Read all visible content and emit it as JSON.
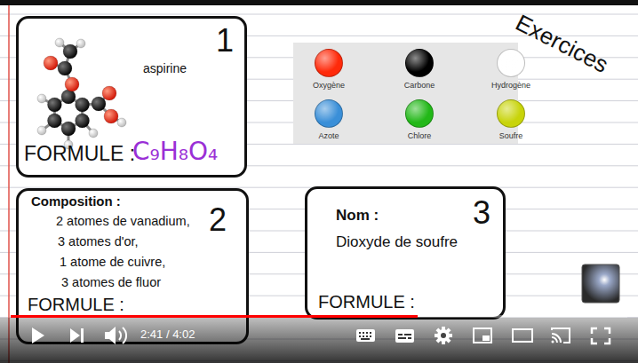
{
  "diagram": {
    "title": "Exercices",
    "nodes": [
      {
        "text": [
          "1",
          "aspirine",
          "FORMULE :",
          "C₉H₈O₄"
        ]
      },
      {
        "text": [
          "2",
          "Composition :",
          "2 atomes de vanadium,",
          "3 atomes d'or,",
          "1 atome de cuivre,",
          "3 atomes de fluor",
          "FORMULE :"
        ]
      },
      {
        "text": [
          "3",
          "Nom :",
          "Dioxyde de soufre",
          "FORMULE :"
        ]
      }
    ],
    "labels": [
      "2:41 / 4:02"
    ],
    "legend": [
      {
        "text": "Oxygène",
        "color": "#ff2a0a"
      },
      {
        "text": "Carbone",
        "color": "#000000"
      },
      {
        "text": "Hydrogène",
        "color": "#ffffff"
      },
      {
        "text": "Azote",
        "color": "#3a8fd8"
      },
      {
        "text": "Chlore",
        "color": "#22b818"
      },
      {
        "text": "Soufre",
        "color": "#c8d40a"
      }
    ]
  }
}
